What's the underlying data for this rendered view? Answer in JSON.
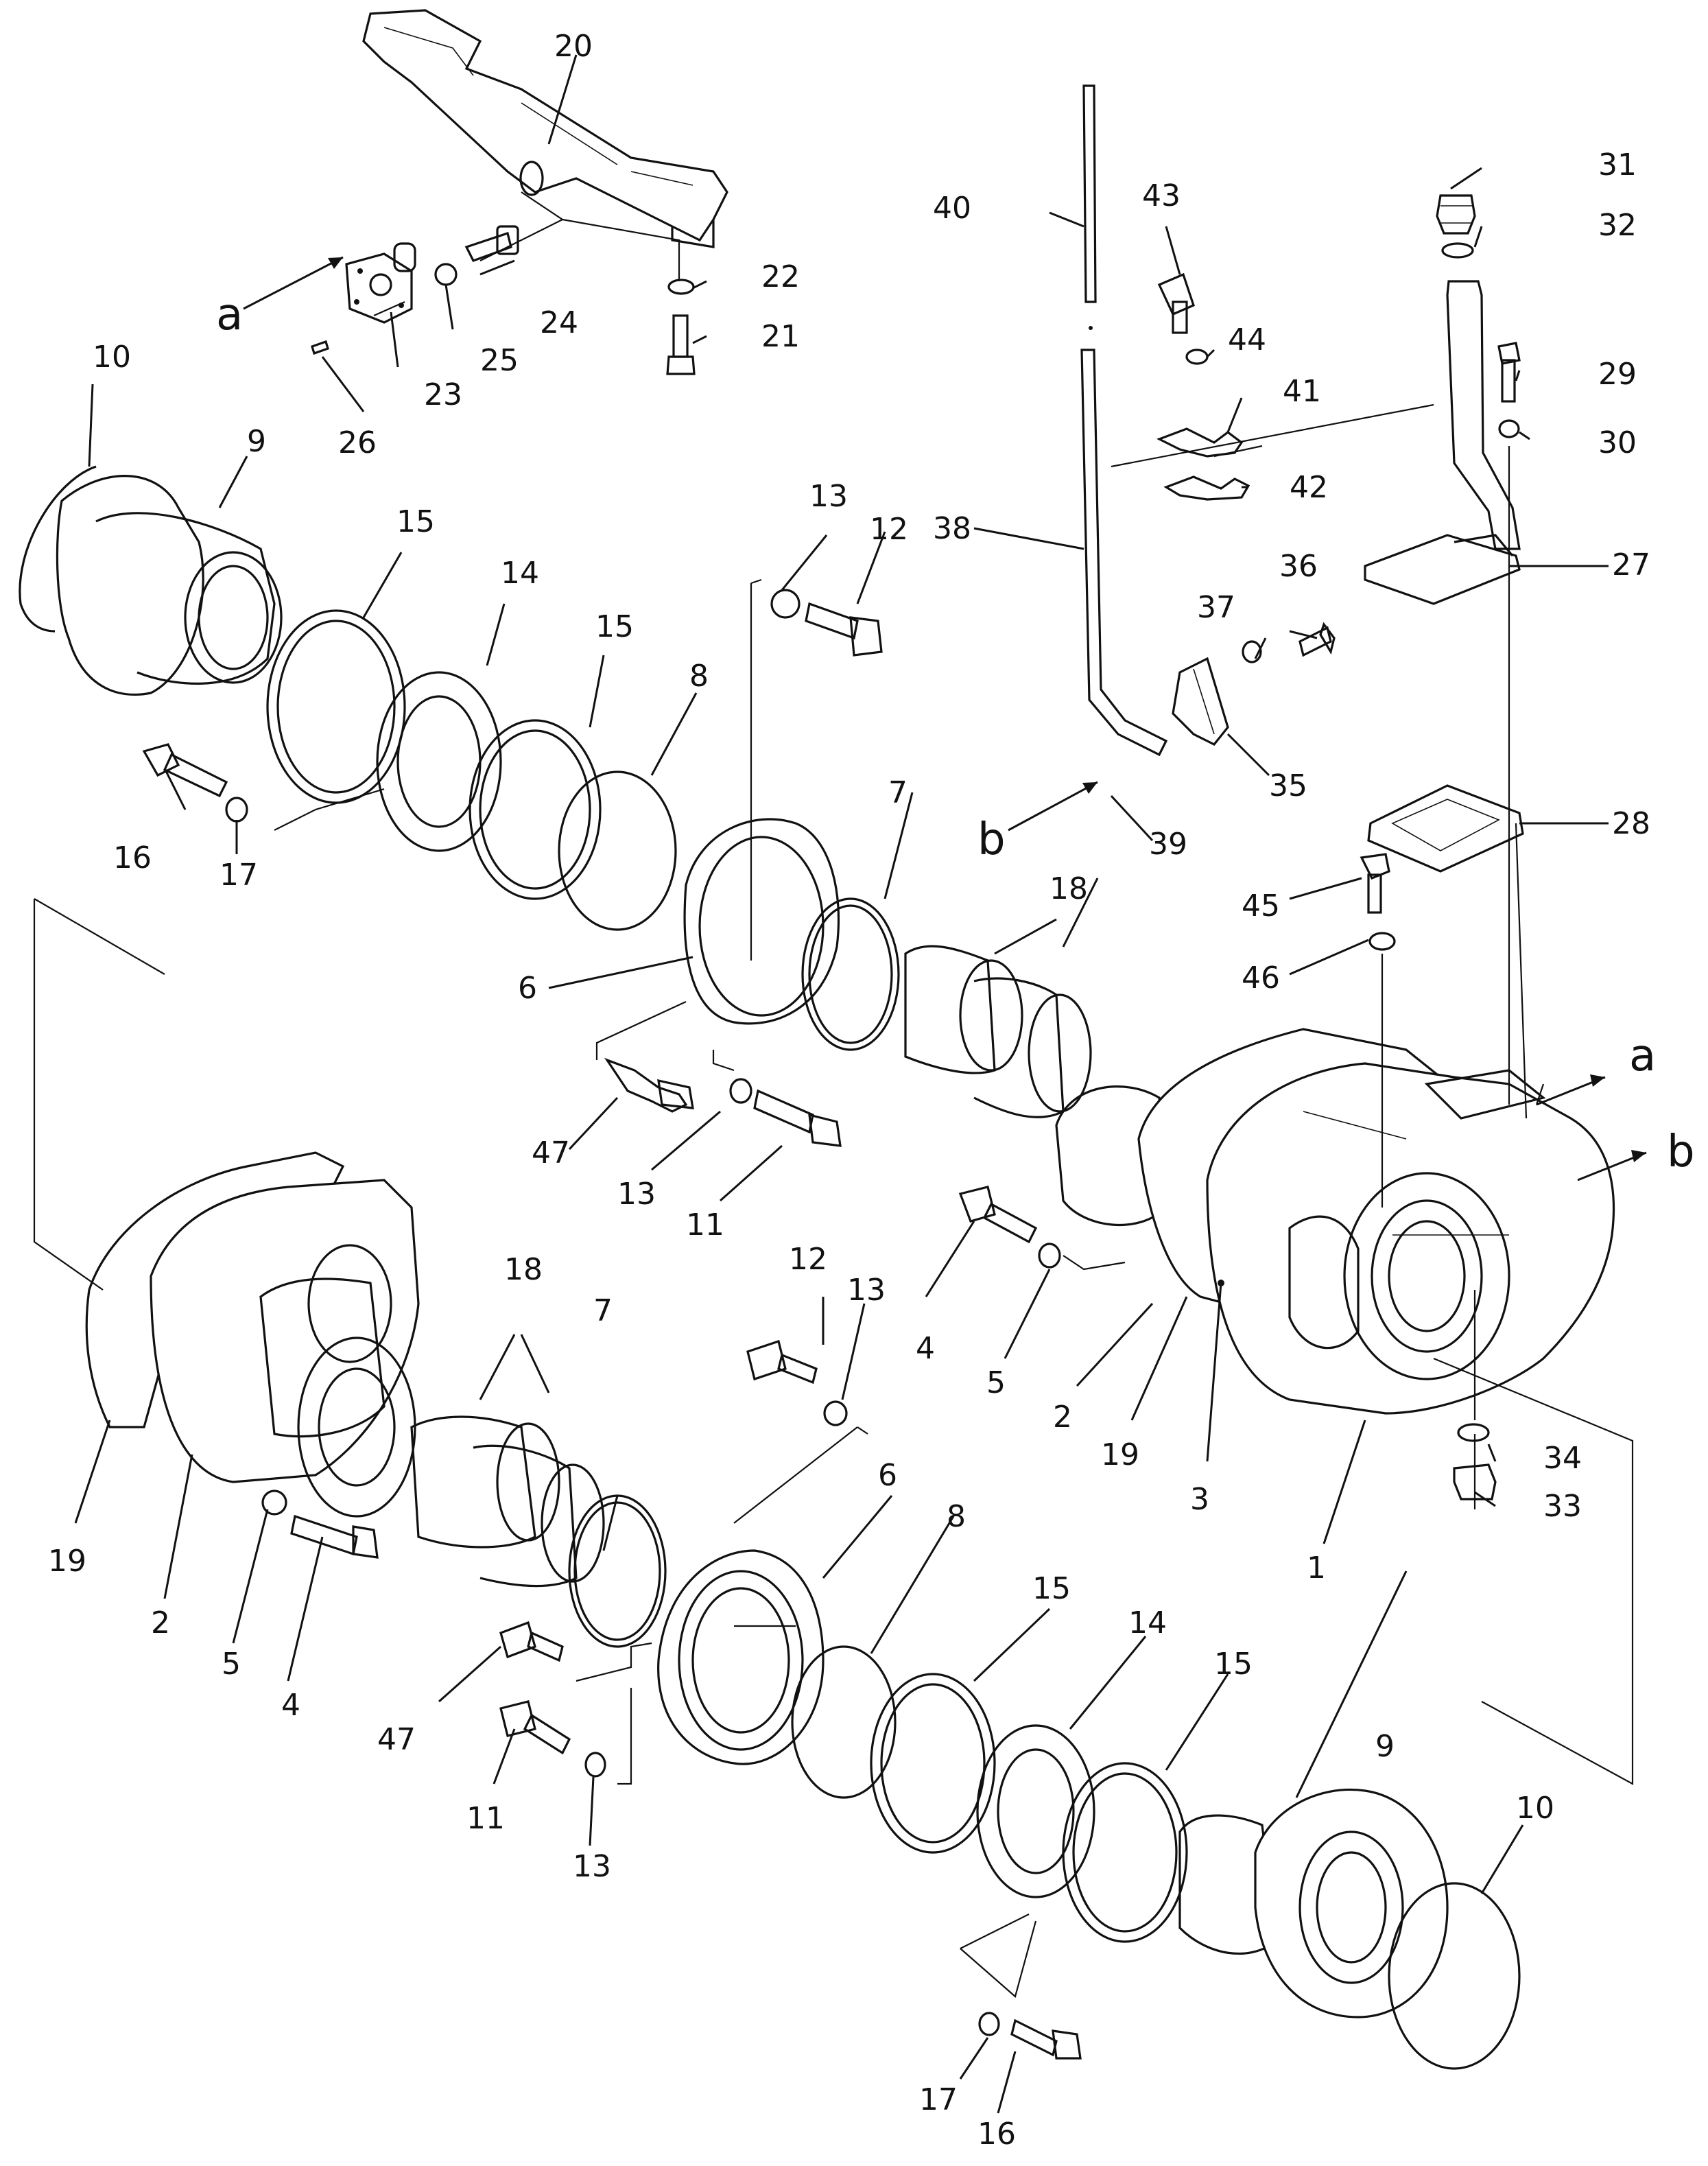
{
  "diagram": {
    "callouts": [
      {
        "id": "c20",
        "text": "20"
      },
      {
        "id": "c40",
        "text": "40"
      },
      {
        "id": "c43",
        "text": "43"
      },
      {
        "id": "c31",
        "text": "31"
      },
      {
        "id": "c32",
        "text": "32"
      },
      {
        "id": "c22",
        "text": "22"
      },
      {
        "id": "c24",
        "text": "24"
      },
      {
        "id": "c21",
        "text": "21"
      },
      {
        "id": "c25",
        "text": "25"
      },
      {
        "id": "c23",
        "text": "23"
      },
      {
        "id": "c26",
        "text": "26"
      },
      {
        "id": "c44",
        "text": "44"
      },
      {
        "id": "c41",
        "text": "41"
      },
      {
        "id": "c29",
        "text": "29"
      },
      {
        "id": "c30",
        "text": "30"
      },
      {
        "id": "c42",
        "text": "42"
      },
      {
        "id": "c10a",
        "text": "10"
      },
      {
        "id": "c9a",
        "text": "9"
      },
      {
        "id": "c15a",
        "text": "15"
      },
      {
        "id": "c14a",
        "text": "14"
      },
      {
        "id": "c15b",
        "text": "15"
      },
      {
        "id": "c13a",
        "text": "13"
      },
      {
        "id": "c12a",
        "text": "12"
      },
      {
        "id": "c38",
        "text": "38"
      },
      {
        "id": "c27",
        "text": "27"
      },
      {
        "id": "c36",
        "text": "36"
      },
      {
        "id": "c37",
        "text": "37"
      },
      {
        "id": "c8a",
        "text": "8"
      },
      {
        "id": "c7a",
        "text": "7"
      },
      {
        "id": "c35",
        "text": "35"
      },
      {
        "id": "c16a",
        "text": "16"
      },
      {
        "id": "c17a",
        "text": "17"
      },
      {
        "id": "c39",
        "text": "39"
      },
      {
        "id": "c28",
        "text": "28"
      },
      {
        "id": "c18a",
        "text": "18"
      },
      {
        "id": "c45",
        "text": "45"
      },
      {
        "id": "c46",
        "text": "46"
      },
      {
        "id": "c6a",
        "text": "6"
      },
      {
        "id": "c47a",
        "text": "47"
      },
      {
        "id": "c13b",
        "text": "13"
      },
      {
        "id": "c11a",
        "text": "11"
      },
      {
        "id": "c18b",
        "text": "18"
      },
      {
        "id": "c12b",
        "text": "12"
      },
      {
        "id": "c13c",
        "text": "13"
      },
      {
        "id": "c7b",
        "text": "7"
      },
      {
        "id": "c4a",
        "text": "4"
      },
      {
        "id": "c5a",
        "text": "5"
      },
      {
        "id": "c2a",
        "text": "2"
      },
      {
        "id": "c19a",
        "text": "19"
      },
      {
        "id": "c3",
        "text": "3"
      },
      {
        "id": "c34",
        "text": "34"
      },
      {
        "id": "c33",
        "text": "33"
      },
      {
        "id": "c1",
        "text": "1"
      },
      {
        "id": "c6b",
        "text": "6"
      },
      {
        "id": "c8b",
        "text": "8"
      },
      {
        "id": "c15c",
        "text": "15"
      },
      {
        "id": "c14b",
        "text": "14"
      },
      {
        "id": "c15d",
        "text": "15"
      },
      {
        "id": "c9b",
        "text": "9"
      },
      {
        "id": "c10b",
        "text": "10"
      },
      {
        "id": "c19b",
        "text": "19"
      },
      {
        "id": "c2b",
        "text": "2"
      },
      {
        "id": "c5b",
        "text": "5"
      },
      {
        "id": "c4b",
        "text": "4"
      },
      {
        "id": "c47b",
        "text": "47"
      },
      {
        "id": "c11b",
        "text": "11"
      },
      {
        "id": "c13d",
        "text": "13"
      },
      {
        "id": "c17b",
        "text": "17"
      },
      {
        "id": "c16b",
        "text": "16"
      }
    ],
    "refs": [
      {
        "id": "r_a1",
        "text": "a"
      },
      {
        "id": "r_b1",
        "text": "b"
      },
      {
        "id": "r_a2",
        "text": "a"
      },
      {
        "id": "r_b2",
        "text": "b"
      }
    ]
  }
}
